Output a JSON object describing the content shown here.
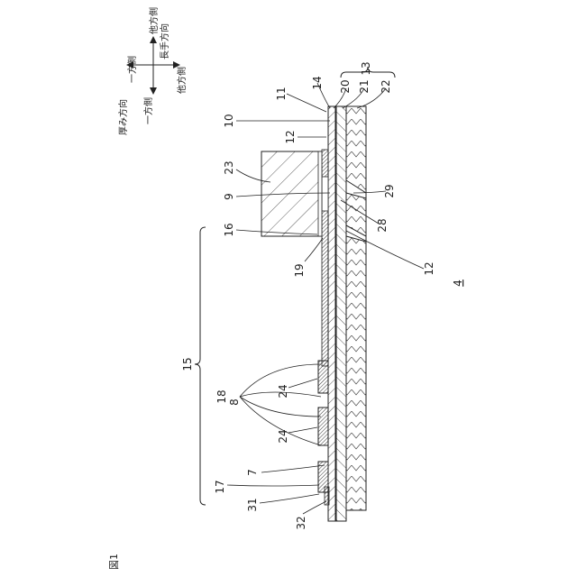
{
  "figure": {
    "title": "図1",
    "figure_number": "4",
    "orientation_labels": {
      "thickness_direction": "厚み方向",
      "longitudinal_direction": "長手方向",
      "one_side_upper": "一方側",
      "other_side_upper": "他方側",
      "one_side_lower": "一方側",
      "other_side_lower": "他方側"
    },
    "reference_numerals": {
      "n7": "7",
      "n8": "8",
      "n9": "9",
      "n10": "10",
      "n11": "11",
      "n12a": "12",
      "n12b": "12",
      "n13": "13",
      "n14": "14",
      "n15": "15",
      "n16": "16",
      "n17": "17",
      "n18": "18",
      "n19": "19",
      "n20": "20",
      "n21": "21",
      "n22": "22",
      "n23": "23",
      "n24a": "24",
      "n24b": "24",
      "n28": "28",
      "n29": "29",
      "n31": "31",
      "n32": "32"
    }
  }
}
